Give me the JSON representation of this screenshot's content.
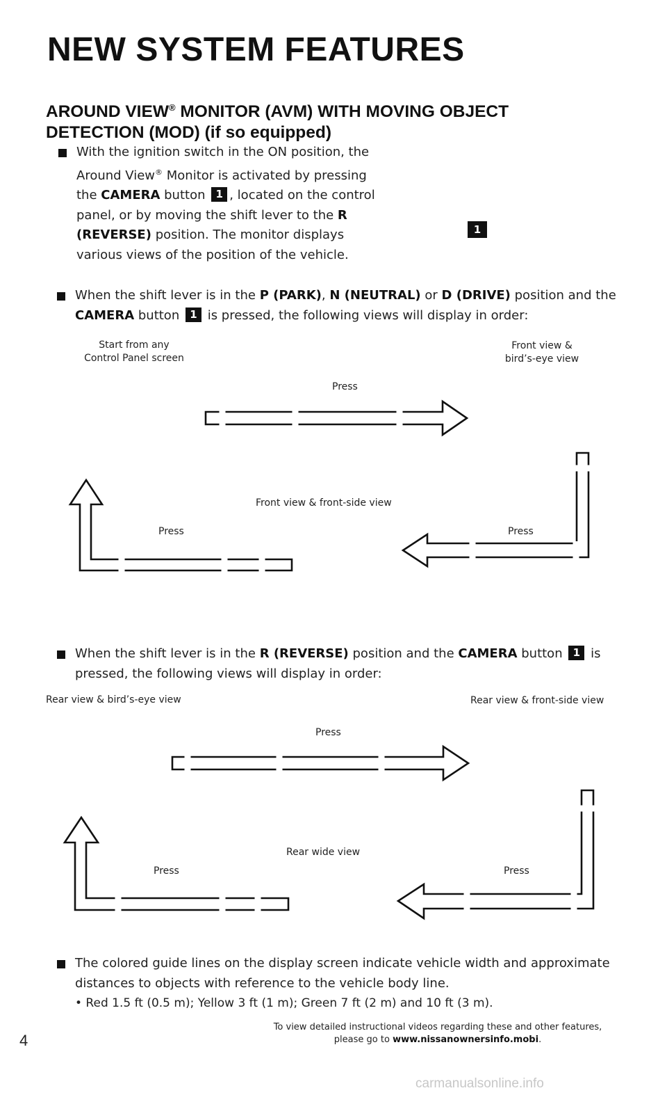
{
  "page": {
    "title": "NEW SYSTEM FEATURES",
    "section_title_part1": "AROUND VIEW",
    "section_title_reg": "®",
    "section_title_part2": " MONITOR (AVM) WITH MOVING OBJECT DETECTION (MOD) (if so equipped)"
  },
  "bullet1": {
    "t1": "With the ignition switch in the ON position, the Around View",
    "reg": "®",
    "t2": " Monitor is activated by pressing the ",
    "camera": "CAMERA",
    "t3": " button ",
    "badge": "1",
    "t4": ", located on the control panel, or by moving the shift lever to the ",
    "reverse": "R (REVERSE)",
    "t5": " position. The monitor displays various views of the position of the vehicle."
  },
  "image_callout": "1",
  "bullet2": {
    "t1": "When the shift lever is in the ",
    "park": "P (PARK)",
    "sep1": ", ",
    "neutral": "N (NEUTRAL)",
    "t2": " or ",
    "drive": "D (DRIVE)",
    "t3": " position and the ",
    "camera": "CAMERA",
    "t4": " button ",
    "badge": "1",
    "t5": " is pressed, the following views will display in order:"
  },
  "diagram1": {
    "start_line1": "Start from any",
    "start_line2": "Control Panel screen",
    "front_birds_line1": "Front view &",
    "front_birds_line2": "bird’s-eye view",
    "press_top": "Press",
    "center": "Front view & front-side view",
    "press_left": "Press",
    "press_right": "Press"
  },
  "bullet3": {
    "t1": "When the shift lever is in the ",
    "reverse": "R (REVERSE)",
    "t2": " position and the ",
    "camera": "CAMERA",
    "t3": " button ",
    "badge": "1",
    "t4": " is pressed, the following views will display in order:"
  },
  "diagram2": {
    "left_label": "Rear view & bird’s-eye view",
    "right_label": "Rear view & front-side view",
    "press_top": "Press",
    "center": "Rear wide view",
    "press_left": "Press",
    "press_right": "Press"
  },
  "bullet4": {
    "text": "The colored guide lines on the display screen indicate vehicle width and approximate distances to objects with reference to the vehicle body line.",
    "sub": "• Red 1.5 ft (0.5 m); Yellow 3 ft (1 m); Green 7 ft (2 m) and 10 ft (3 m)."
  },
  "footer": {
    "page_number": "4",
    "line1": "To view detailed instructional videos regarding these and other features,",
    "line2_prefix": "please go to ",
    "url": "www.nissanownersinfo.mobi",
    "line2_suffix": "."
  },
  "watermark": "carmanualsonline.info"
}
